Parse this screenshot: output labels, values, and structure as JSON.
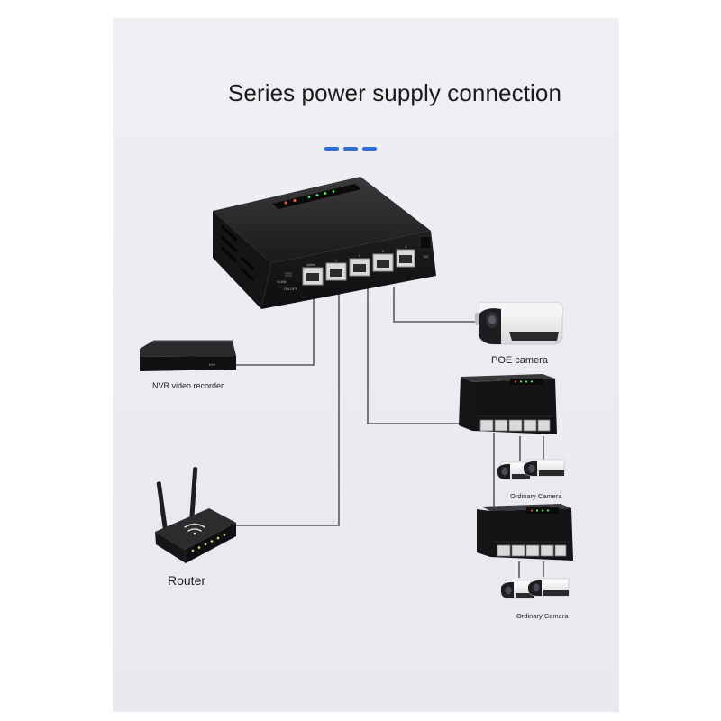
{
  "title": "Series power supply connection",
  "labels": {
    "nvr": "NVR video recorder",
    "poe_camera": "POE camera",
    "ordinary_camera_1": "Ordinary Camera",
    "ordinary_camera_2": "Ordinary Camera",
    "router": "Router"
  },
  "switch_panel_text": {
    "vlan": "VLAN",
    "on_off": "ON OFF",
    "uplink": "Uplink",
    "port_numbers": [
      "4",
      "3",
      "2",
      "1"
    ],
    "dc": "DC"
  },
  "colors": {
    "background": "#e9ebf0",
    "device": "#1c1c1e",
    "cable": "#5a5a5a",
    "accent": "#2f6fd6"
  }
}
